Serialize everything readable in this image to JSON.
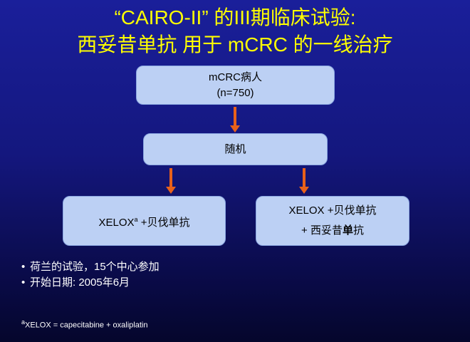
{
  "title": {
    "line1": "“CAIRO-II” 的III期临床试验:",
    "line2": "西妥昔单抗 用于 mCRC 的一线治疗"
  },
  "flow": {
    "patients": {
      "line1": "mCRC病人",
      "line2": "(n=750)"
    },
    "randomize": "随机",
    "arm_a": {
      "label": "XELOX",
      "sup": "a",
      "rest": " +贝伐单抗"
    },
    "arm_b": {
      "line1": "XELOX +贝伐单抗",
      "line2_prefix": "+ 西妥昔",
      "line2_bold": "单",
      "line2_suffix": "抗"
    }
  },
  "bullets": [
    "荷兰的试验，15个中心参加",
    " 开始日期:  2005年6月"
  ],
  "footnote": {
    "sup": "a",
    "text": "XELOX = capecitabine + oxaliplatin"
  },
  "colors": {
    "title": "#ffff00",
    "box": "#bcd0f4",
    "arrow": "#e8611a",
    "text": "#ffffff"
  }
}
